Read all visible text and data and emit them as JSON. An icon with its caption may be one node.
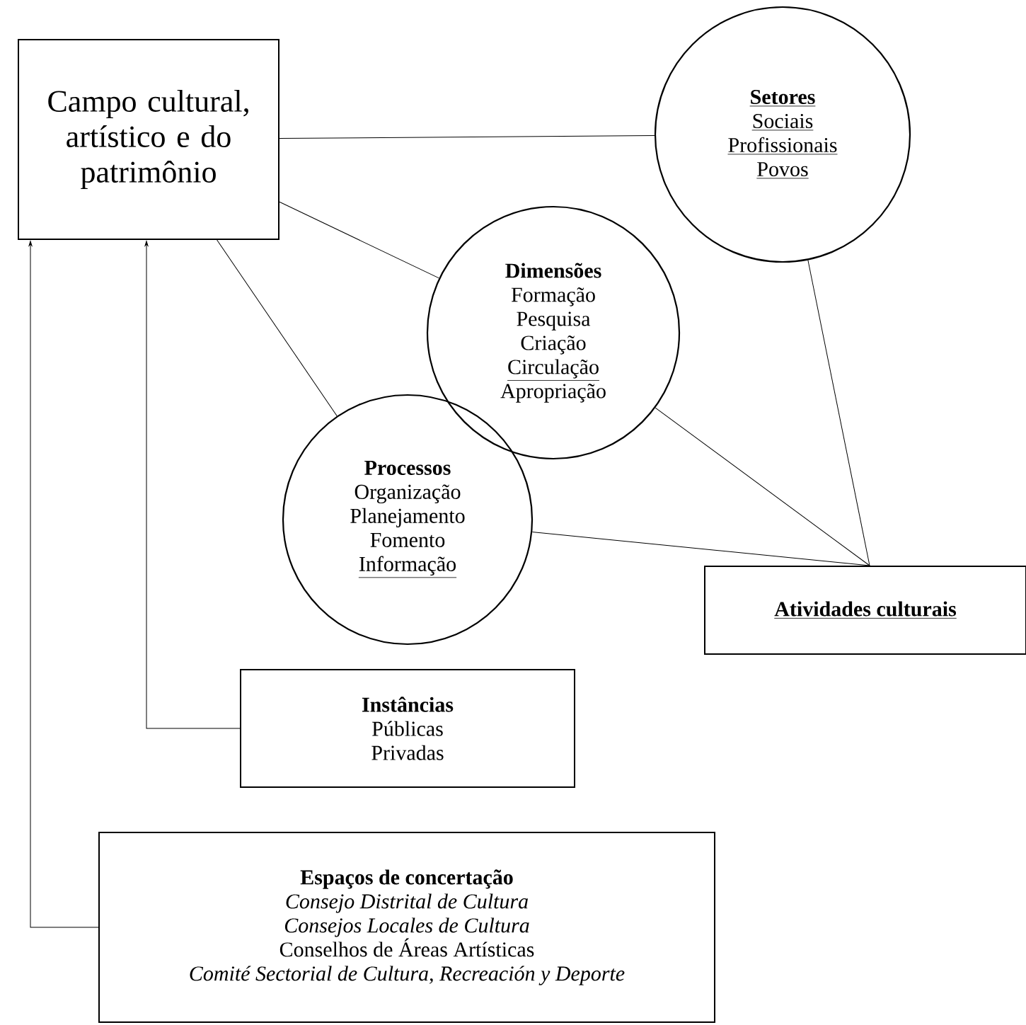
{
  "diagram": {
    "nodes": [
      {
        "text": [
          "Campo cultural, artístico e do patrimônio"
        ]
      },
      {
        "text": [
          "Setores",
          "Sociais",
          "Profissionais",
          "Povos"
        ]
      },
      {
        "text": [
          "Dimensões",
          "Formação",
          "Pesquisa",
          "Criação",
          "Circulação",
          "Apropriação"
        ]
      },
      {
        "text": [
          "Processos",
          "Organização",
          "Planejamento",
          "Fomento",
          "Informação"
        ]
      },
      {
        "text": [
          "Atividades culturais"
        ]
      },
      {
        "text": [
          "Instâncias",
          "Públicas",
          "Privadas"
        ]
      },
      {
        "text": [
          "Espaços de concertação",
          "Consejo Distrital de Cultura",
          "Consejos Locales de Cultura",
          "Conselhos de Áreas Artísticas",
          "Comité Sectorial de Cultura, Recreación y Deporte"
        ]
      }
    ],
    "edges": [
      {
        "from": 0,
        "to": 1,
        "arrow": "none"
      },
      {
        "from": 0,
        "to": 2,
        "arrow": "none"
      },
      {
        "from": 0,
        "to": 3,
        "arrow": "none"
      },
      {
        "from": 1,
        "to": 4,
        "arrow": "none"
      },
      {
        "from": 2,
        "to": 4,
        "arrow": "none"
      },
      {
        "from": 3,
        "to": 4,
        "arrow": "none"
      },
      {
        "from": 5,
        "to": 0,
        "arrow": "to"
      },
      {
        "from": 6,
        "to": 0,
        "arrow": "to"
      }
    ]
  }
}
